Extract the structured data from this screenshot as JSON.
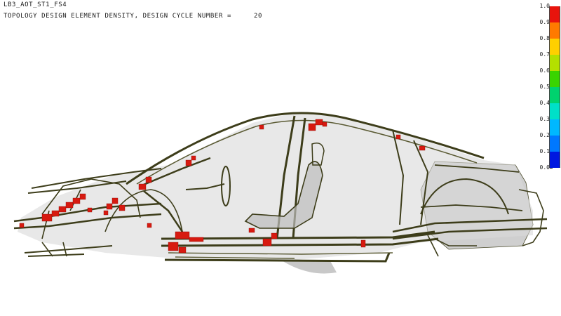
{
  "header": {
    "model_name": "LB3_AOT_ST1_FS4",
    "subtitle": "TOPOLOGY DESIGN ELEMENT DENSITY, DESIGN CYCLE NUMBER =",
    "cycle_number": "20"
  },
  "legend": {
    "labels": [
      "1.0",
      "0.9",
      "0.8",
      "0.7",
      "0.6",
      "0.5",
      "0.4",
      "0.3",
      "0.2",
      "0.1",
      "0.0"
    ],
    "colors": [
      "#e8140c",
      "#ff7a00",
      "#ffd000",
      "#b4e000",
      "#3ad400",
      "#00d26e",
      "#00e0c8",
      "#00b8ff",
      "#0078ff",
      "#0018e0"
    ]
  },
  "colors": {
    "structure_line": "#3d3d1a",
    "structure_fill": "#b9b9b9",
    "high_density": "#d71a10",
    "background": "#ffffff"
  }
}
